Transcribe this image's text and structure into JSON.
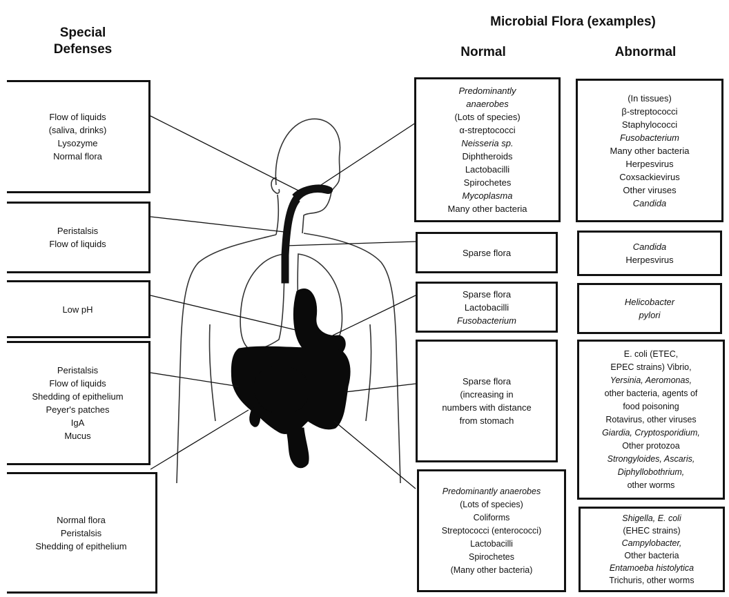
{
  "headers": {
    "special_defenses": [
      "Special",
      "Defenses"
    ],
    "microbial_flora": "Microbial Flora (examples)",
    "normal": "Normal",
    "abnormal": "Abnormal"
  },
  "defenses": {
    "mouth": [
      "Flow of liquids",
      "(saliva, drinks)",
      "Lysozyme",
      "Normal flora"
    ],
    "esophagus": [
      "Peristalsis",
      "Flow of liquids"
    ],
    "stomach": [
      "Low pH"
    ],
    "small_intestine": [
      "Peristalsis",
      "Flow of liquids",
      "Shedding of epithelium",
      "Peyer's patches",
      "IgA",
      "Mucus"
    ],
    "large_intestine": [
      "Normal flora",
      "Peristalsis",
      "Shedding of epithelium"
    ]
  },
  "normal_flora": {
    "mouth": [
      "Predominantly",
      "anaerobes",
      "(Lots of species)",
      "α-streptococci",
      "Neisseria sp.",
      "Diphtheroids",
      "Lactobacilli",
      "Spirochetes",
      "Mycoplasma",
      "Many other bacteria"
    ],
    "esophagus": [
      "Sparse flora"
    ],
    "stomach": [
      "Sparse flora",
      "Lactobacilli",
      "Fusobacterium"
    ],
    "small_intestine": [
      "Sparse flora",
      "(increasing in",
      "numbers with distance",
      "from stomach"
    ],
    "large_intestine": [
      "Predominantly anaerobes",
      "(Lots of species)",
      "Coliforms",
      "Streptococci (enterococci)",
      "Lactobacilli",
      "Spirochetes",
      "(Many other bacteria)"
    ]
  },
  "abnormal_flora": {
    "mouth": [
      "(In tissues)",
      "β-streptococci",
      "Staphylococci",
      "Fusobacterium",
      "Many other bacteria",
      "Herpesvirus",
      "Coxsackievirus",
      "Other viruses",
      "Candida"
    ],
    "esophagus": [
      "Candida",
      "Herpesvirus"
    ],
    "stomach": [
      "Helicobacter",
      "pylori"
    ],
    "small_intestine": [
      "E. coli (ETEC,",
      "EPEC strains) Vibrio,",
      "Yersinia, Aeromonas,",
      "other bacteria, agents of",
      "food poisoning",
      "Rotavirus, other viruses",
      "Giardia, Cryptosporidium,",
      "Other protozoa",
      "Strongyloides, Ascaris,",
      "Diphyllobothrium,",
      "other worms"
    ],
    "large_intestine": [
      "Shigella, E. coli",
      "(EHEC strains)",
      "Campylobacter,",
      "Other bacteria",
      "Entamoeba histolytica",
      "Trichuris, other worms"
    ]
  }
}
